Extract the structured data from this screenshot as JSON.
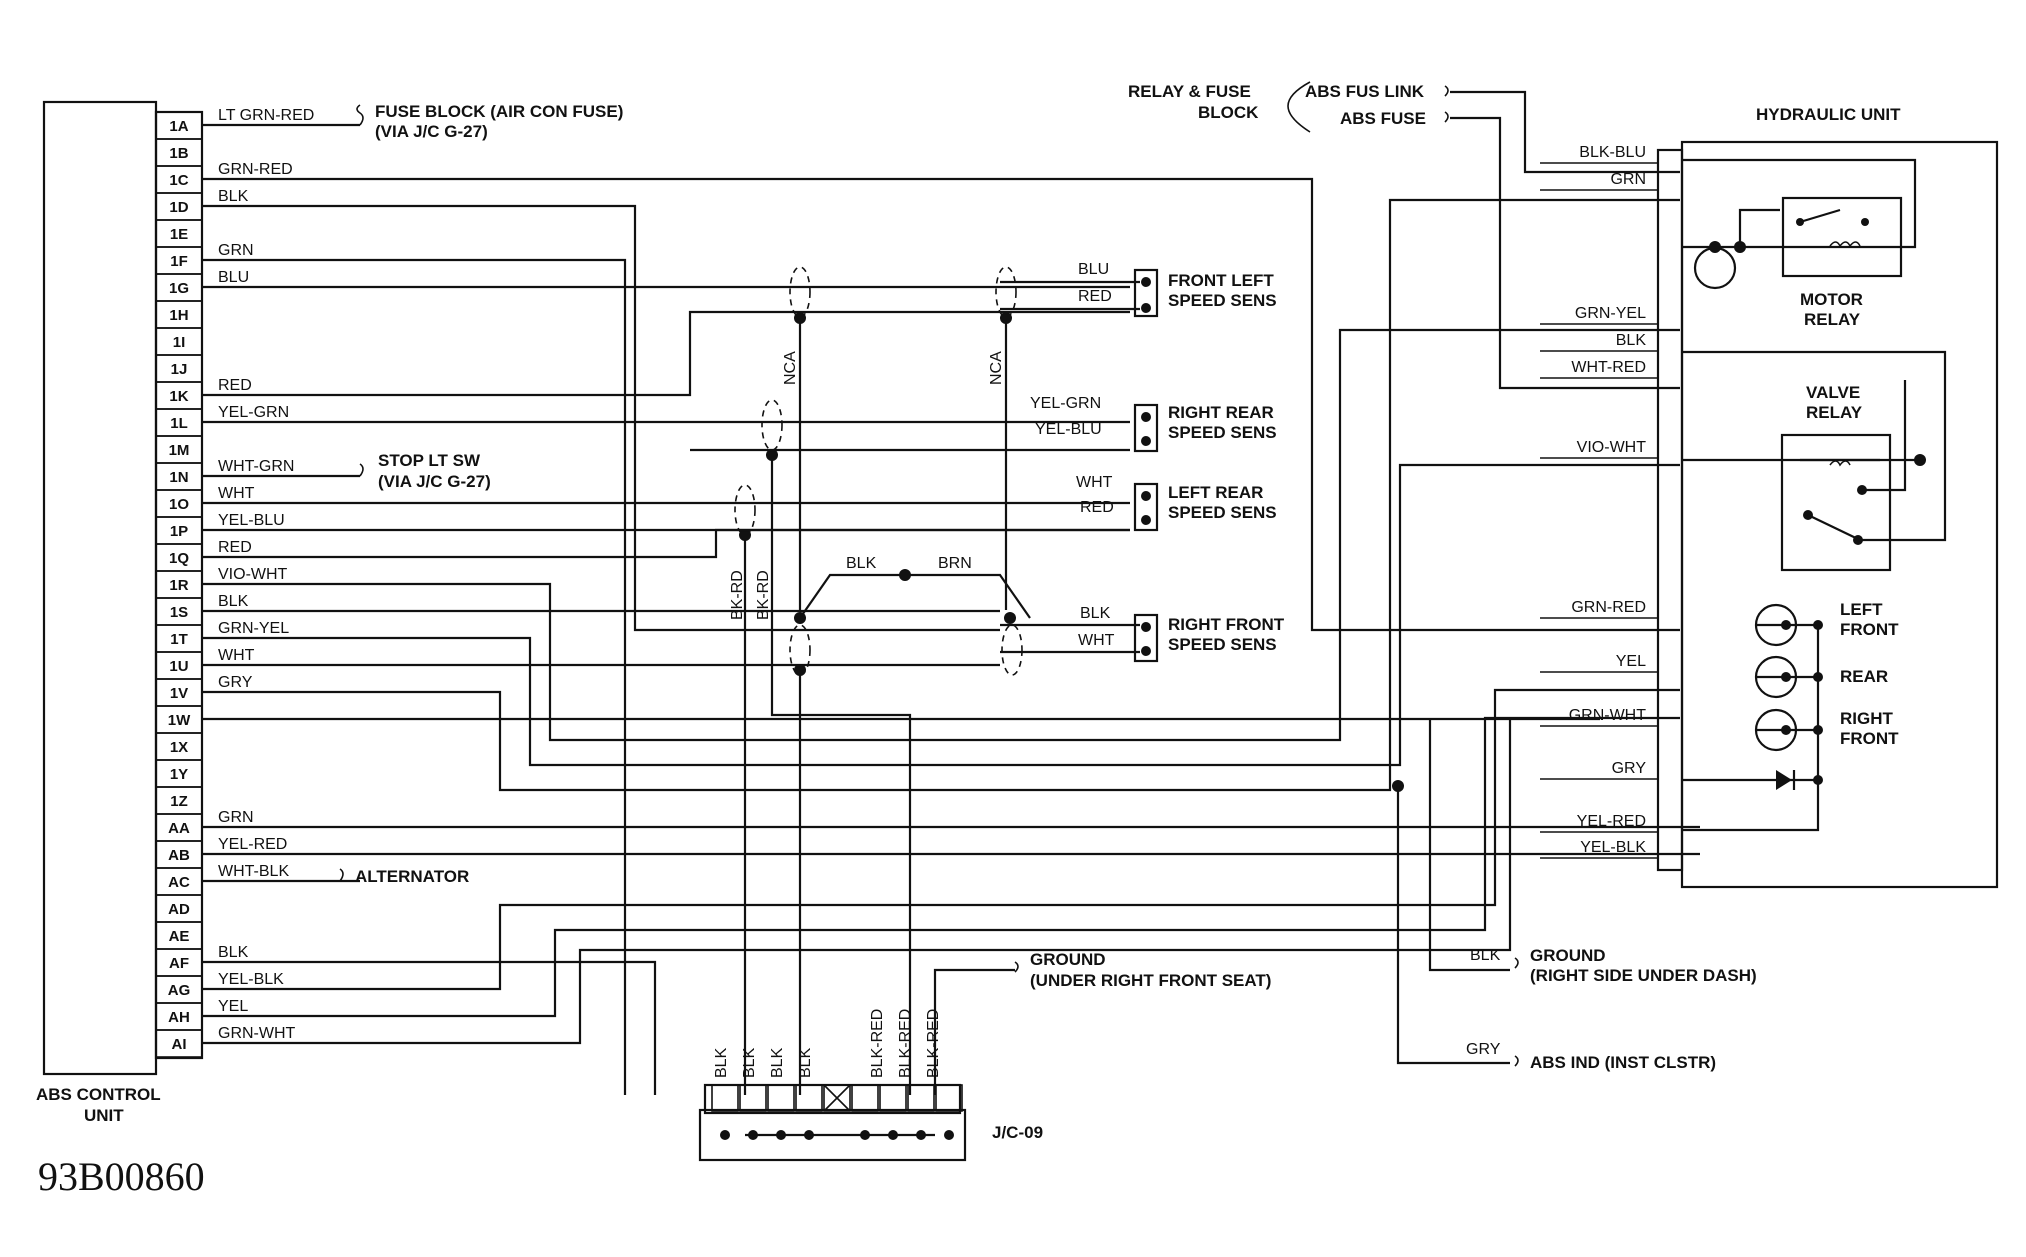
{
  "code": "93B00860",
  "control_unit": {
    "label_1": "ABS CONTROL",
    "label_2": "UNIT",
    "pins": [
      "1A",
      "1B",
      "1C",
      "1D",
      "1E",
      "1F",
      "1G",
      "1H",
      "1I",
      "1J",
      "1K",
      "1L",
      "1M",
      "1N",
      "1O",
      "1P",
      "1Q",
      "1R",
      "1S",
      "1T",
      "1U",
      "1V",
      "1W",
      "1X",
      "1Y",
      "1Z",
      "AA",
      "AB",
      "AC",
      "AD",
      "AE",
      "AF",
      "AG",
      "AH",
      "AI"
    ]
  },
  "left_wires": [
    {
      "pin": 0,
      "color": "LT GRN-RED"
    },
    {
      "pin": 2,
      "color": "GRN-RED"
    },
    {
      "pin": 3,
      "color": "BLK"
    },
    {
      "pin": 5,
      "color": "GRN"
    },
    {
      "pin": 6,
      "color": "BLU"
    },
    {
      "pin": 10,
      "color": "RED"
    },
    {
      "pin": 11,
      "color": "YEL-GRN"
    },
    {
      "pin": 13,
      "color": "WHT-GRN"
    },
    {
      "pin": 14,
      "color": "WHT"
    },
    {
      "pin": 15,
      "color": "YEL-BLU"
    },
    {
      "pin": 16,
      "color": "RED"
    },
    {
      "pin": 17,
      "color": "VIO-WHT"
    },
    {
      "pin": 18,
      "color": "BLK"
    },
    {
      "pin": 19,
      "color": "GRN-YEL"
    },
    {
      "pin": 20,
      "color": "WHT"
    },
    {
      "pin": 21,
      "color": "GRY"
    },
    {
      "pin": 26,
      "color": "GRN"
    },
    {
      "pin": 27,
      "color": "YEL-RED"
    },
    {
      "pin": 28,
      "color": "WHT-BLK"
    },
    {
      "pin": 31,
      "color": "BLK"
    },
    {
      "pin": 32,
      "color": "YEL-BLK"
    },
    {
      "pin": 33,
      "color": "YEL"
    },
    {
      "pin": 34,
      "color": "GRN-WHT"
    }
  ],
  "fuse_block": {
    "line1": "FUSE BLOCK (AIR CON FUSE)",
    "line2": "(VIA J/C G-27)"
  },
  "stop_lt_sw": {
    "line1": "STOP LT SW",
    "line2": "(VIA J/C G-27)"
  },
  "alternator": "ALTERNATOR",
  "relay_fuse_block": {
    "line1": "RELAY & FUSE",
    "line2": "BLOCK"
  },
  "abs_fus_link": "ABS FUS LINK",
  "abs_fuse": "ABS FUSE",
  "sensors": {
    "front_left": {
      "line1": "FRONT LEFT",
      "line2": "SPEED SENS",
      "wire1": "BLU",
      "wire2": "RED"
    },
    "right_rear": {
      "line1": "RIGHT REAR",
      "line2": "SPEED SENS",
      "wire1": "YEL-GRN",
      "wire2": "YEL-BLU"
    },
    "left_rear": {
      "line1": "LEFT REAR",
      "line2": "SPEED SENS",
      "wire1": "WHT",
      "wire2": "RED"
    },
    "right_front": {
      "line1": "RIGHT FRONT",
      "line2": "SPEED SENS",
      "wire1": "BLK",
      "wire2": "WHT"
    }
  },
  "nca": "NCA",
  "shield": {
    "blk": "BLK",
    "brn": "BRN",
    "bk_rd": "BK-RD"
  },
  "hydraulic_unit": {
    "title": "HYDRAULIC UNIT",
    "motor_relay_1": "MOTOR",
    "motor_relay_2": "RELAY",
    "valve_relay_1": "VALVE",
    "valve_relay_2": "RELAY",
    "left_front_1": "LEFT",
    "left_front_2": "FRONT",
    "rear": "REAR",
    "right_front_1": "RIGHT",
    "right_front_2": "FRONT",
    "pins": [
      "BLK-BLU",
      "GRN",
      "GRN-YEL",
      "BLK",
      "WHT-RED",
      "VIO-WHT",
      "GRN-RED",
      "YEL",
      "GRN-WHT",
      "GRY",
      "YEL-RED",
      "YEL-BLK"
    ]
  },
  "ground_seat": {
    "line1": "GROUND",
    "line2": "(UNDER RIGHT FRONT SEAT)"
  },
  "ground_dash": {
    "wire": "BLK",
    "line1": "GROUND",
    "line2": "(RIGHT SIDE UNDER DASH)"
  },
  "abs_ind": {
    "wire": "GRY",
    "label": "ABS IND (INST CLSTR)"
  },
  "jc09": {
    "label": "J/C-09",
    "wires": [
      "BLK",
      "BLK",
      "BLK",
      "BLK",
      "BLK-RED",
      "BLK-RED",
      "BLK-RED"
    ]
  }
}
